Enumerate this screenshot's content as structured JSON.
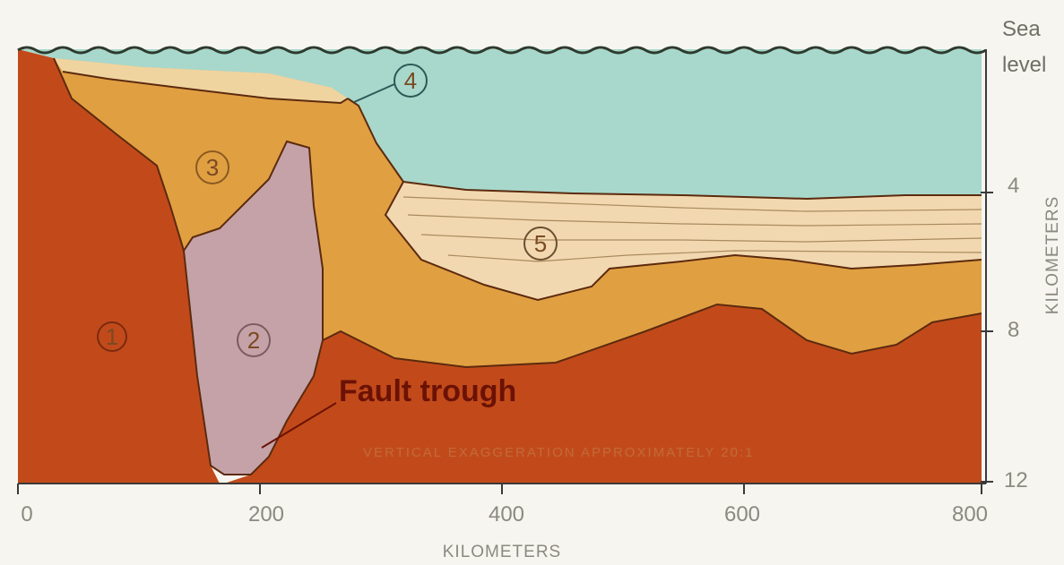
{
  "sea_level_label": [
    "Sea",
    "level"
  ],
  "x_axis": {
    "title": "KILOMETERS",
    "ticks": [
      "0",
      "200",
      "400",
      "600",
      "800"
    ]
  },
  "y_axis": {
    "title": "KILOMETERS",
    "ticks": [
      "4",
      "8",
      "12"
    ]
  },
  "unit_markers": [
    "1",
    "2",
    "3",
    "4",
    "5"
  ],
  "annotations": {
    "fault_trough": "Fault trough",
    "vertical_exaggeration": "VERTICAL EXAGGERATION APPROXIMATELY 20:1"
  },
  "colors": {
    "sea": "#a8d8cc",
    "unit_1": "#c24a1a",
    "unit_2": "#c4a2a8",
    "unit_3": "#e0a042",
    "unit_4": "#f0d4a0",
    "unit_5": "#f2d8b0",
    "fault_label": "#6b1205"
  }
}
